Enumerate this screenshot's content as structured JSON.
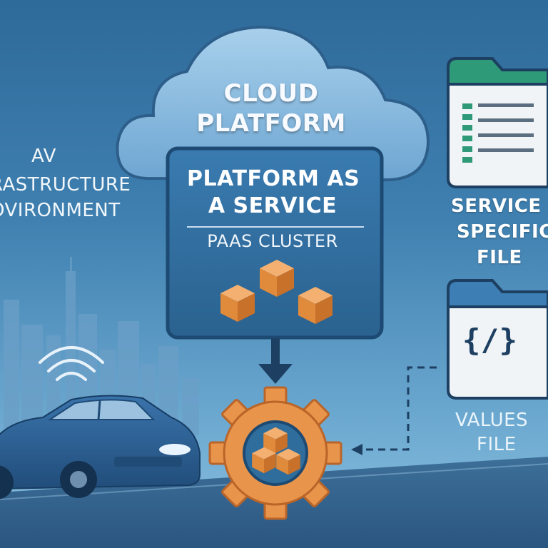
{
  "left_panel": {
    "line1": "AV",
    "line2": "RASTRUCTURE",
    "line3": "OVIRONMENT"
  },
  "cloud": {
    "title_line1": "CLOUD",
    "title_line2": "PLATFORM"
  },
  "paas_box": {
    "title_line1": "PLATFORM AS",
    "title_line2": "A SERVICE",
    "subtitle": "PAAS CLUSTER"
  },
  "service_file": {
    "line1": "SERVICE",
    "line2": "SPECIFIC",
    "line3": "FILE"
  },
  "values_file": {
    "code_glyph": "{/}",
    "line1": "VALUES",
    "line2": "FILE"
  },
  "colors": {
    "background": "#3f80b0",
    "cloud": "#9cc6e4",
    "paas_box": "#2f6d9c",
    "cube": "#e8944a",
    "gear": "#e8944a",
    "folder_green_tab": "#2f9a78",
    "folder_blue_tab": "#3d7fb5",
    "car": "#2d5f93"
  }
}
